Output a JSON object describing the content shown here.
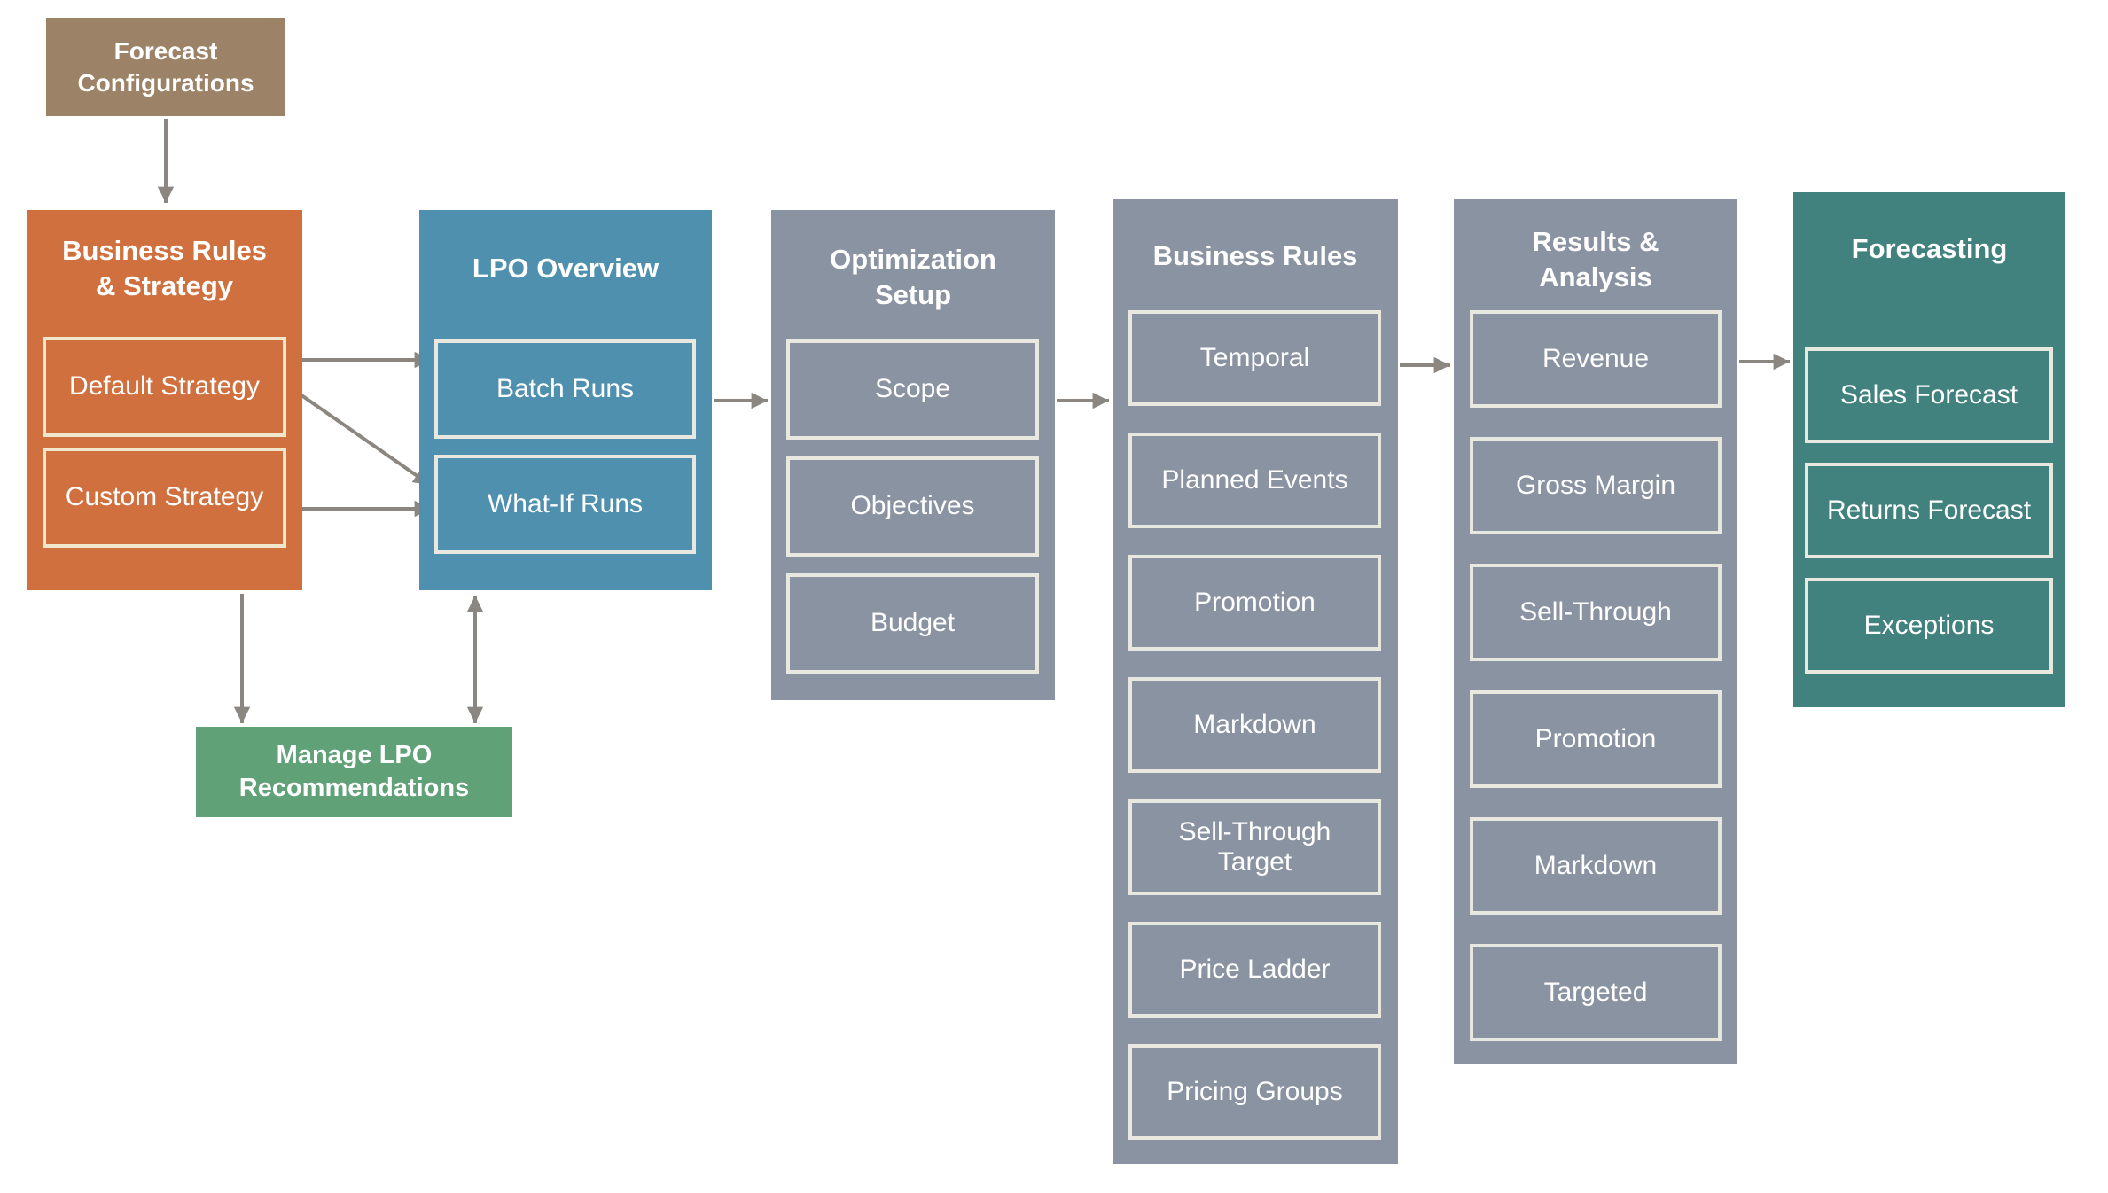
{
  "palette": {
    "forecast_config_bg": "#9C8266",
    "strategy_bg": "#D0703E",
    "lpo_overview_bg": "#4E90AE",
    "gray_column_bg": "#8A93A2",
    "forecasting_bg": "#41827E",
    "manage_lpo_bg": "#61A178",
    "arrow": "#8C8680",
    "text": "#FFFFFF",
    "inner_border": "#E9E8E0",
    "inner_border_strategy": "#EFE6CB"
  },
  "nodes": {
    "forecast_config": "Forecast Configurations",
    "manage_lpo": "Manage LPO Recommendations"
  },
  "columns": [
    {
      "title": "Business Rules & Strategy",
      "title_lines": [
        "Business Rules",
        "& Strategy"
      ],
      "items": [
        "Default Strategy",
        "Custom Strategy"
      ]
    },
    {
      "title": "LPO Overview",
      "title_lines": [
        "LPO Overview"
      ],
      "items": [
        "Batch Runs",
        "What-If Runs"
      ]
    },
    {
      "title": "Optimization Setup",
      "title_lines": [
        "Optimization",
        "Setup"
      ],
      "items": [
        "Scope",
        "Objectives",
        "Budget"
      ]
    },
    {
      "title": "Business Rules",
      "title_lines": [
        "Business Rules"
      ],
      "items": [
        "Temporal",
        "Planned Events",
        "Promotion",
        "Markdown",
        "Sell-Through Target",
        "Price Ladder",
        "Pricing Groups"
      ]
    },
    {
      "title": "Results & Analysis",
      "title_lines": [
        "Results &",
        "Analysis"
      ],
      "items": [
        "Revenue",
        "Gross Margin",
        "Sell-Through",
        "Promotion",
        "Markdown",
        "Targeted"
      ]
    },
    {
      "title": "Forecasting",
      "title_lines": [
        "Forecasting"
      ],
      "items": [
        "Sales Forecast",
        "Returns Forecast",
        "Exceptions"
      ]
    }
  ],
  "connections": [
    {
      "from": "Forecast Configurations",
      "to": "Business Rules & Strategy",
      "type": "single"
    },
    {
      "from": "Default Strategy",
      "to": "Batch Runs",
      "type": "single"
    },
    {
      "from": "Default Strategy",
      "to": "What-If Runs",
      "type": "single"
    },
    {
      "from": "Custom Strategy",
      "to": "What-If Runs",
      "type": "single"
    },
    {
      "from": "LPO Overview",
      "to": "Optimization Setup",
      "type": "single"
    },
    {
      "from": "Optimization Setup",
      "to": "Business Rules",
      "type": "single"
    },
    {
      "from": "Business Rules",
      "to": "Results & Analysis",
      "type": "single"
    },
    {
      "from": "Results & Analysis",
      "to": "Forecasting",
      "type": "single"
    },
    {
      "from": "Business Rules & Strategy",
      "to": "Manage LPO Recommendations",
      "type": "single"
    },
    {
      "from": "LPO Overview",
      "to": "Manage LPO Recommendations",
      "type": "double"
    }
  ]
}
